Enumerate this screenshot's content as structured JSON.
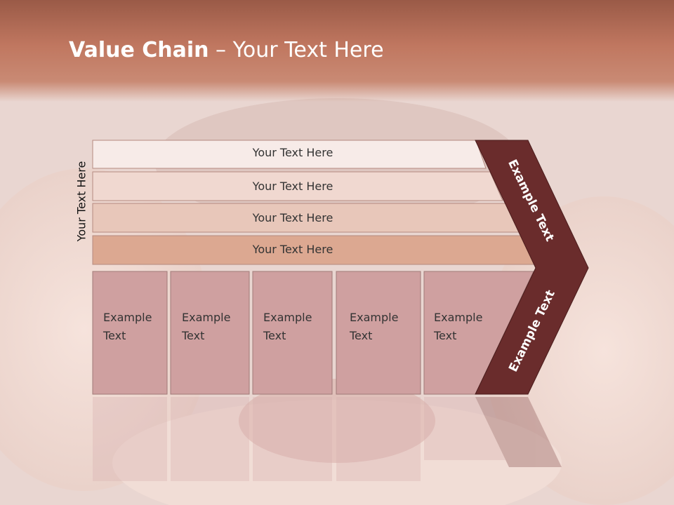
{
  "slide": {
    "title_bold": "Value Chain",
    "title_rest": " – Your Text Here",
    "side_label": "Your Text Here"
  },
  "bars": [
    {
      "label": "Your Text Here",
      "fill": "#f7ebe8"
    },
    {
      "label": "Your Text Here",
      "fill": "#f0d8d0"
    },
    {
      "label": "Your Text Here",
      "fill": "#e8c7ba"
    },
    {
      "label": "Your Text Here",
      "fill": "#dca891"
    }
  ],
  "columns": [
    {
      "line1": "Example",
      "line2": "Text"
    },
    {
      "line1": "Example",
      "line2": "Text"
    },
    {
      "line1": "Example",
      "line2": "Text"
    },
    {
      "line1": "Example",
      "line2": "Text"
    },
    {
      "line1": "Example",
      "line2": "Text"
    }
  ],
  "arrow": {
    "top_label": "Example Text",
    "bottom_label": "Example Text",
    "fill": "#6a2c2c"
  },
  "colors": {
    "header": "#c07760",
    "column_fill": "#cfa0a0",
    "arrow": "#6a2c2c"
  }
}
